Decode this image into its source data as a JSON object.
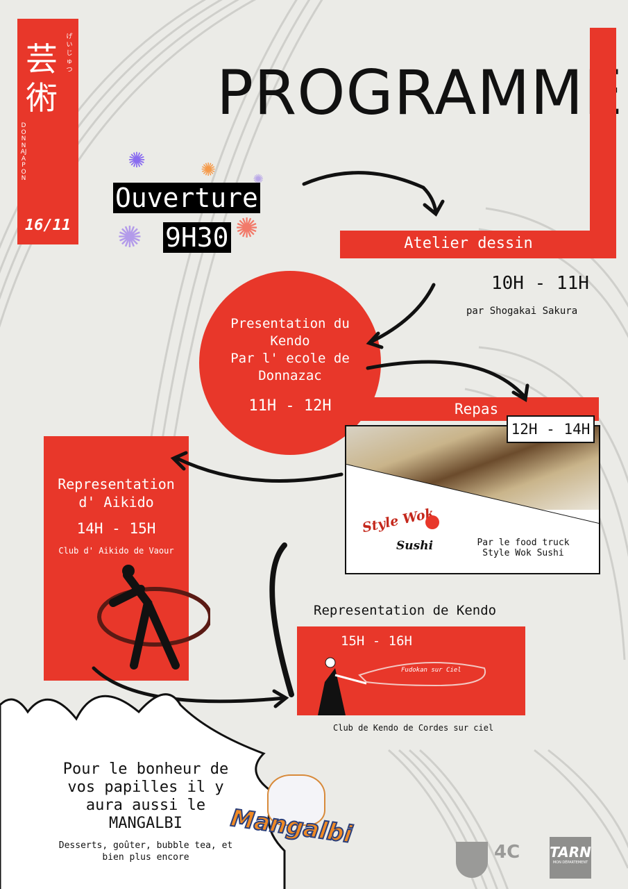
{
  "banner": {
    "kanji": "芸術",
    "kana": "げいじゅつ",
    "vertical": "DONNAJAPON",
    "date": "16/11"
  },
  "title": "PROGRAMME",
  "opening": {
    "label": "Ouverture",
    "time": "9H30"
  },
  "atelier": {
    "title": "Atelier dessin",
    "time": "10H - 11H",
    "by": "par Shogakai Sakura"
  },
  "kendo_presentation": {
    "lines": [
      "Presentation du",
      "Kendo",
      "Par l' ecole de",
      "Donnazac"
    ],
    "time": "11H - 12H"
  },
  "repas": {
    "title": "Repas",
    "time": "12H - 14H",
    "logo_top": "Style Wok",
    "logo_bottom": "Sushi",
    "by_line1": "Par le food truck",
    "by_line2": "Style Wok Sushi"
  },
  "aikido": {
    "line1": "Representation",
    "line2": "d' Aikido",
    "time": "14H - 15H",
    "club": "Club d' Aikido de Vaour"
  },
  "kendo": {
    "title": "Representation de Kendo",
    "time": "15H - 16H",
    "banner_text": "Fudokan sur Ciel",
    "club": "Club de Kendo de Cordes sur ciel"
  },
  "bubble": {
    "lines": [
      "Pour le bonheur de",
      "vos papilles il y",
      "aura aussi le",
      "MANGALBI"
    ],
    "sub1": "Desserts, goûter, bubble tea, et",
    "sub2": "bien plus encore",
    "logo": "Mangalbi"
  },
  "sponsors": {
    "tarn": "TARN",
    "tarn_sub": "MON DÉPARTEMENT",
    "cc": "4C"
  },
  "colors": {
    "red": "#e8372a",
    "background": "#ebebe7"
  }
}
